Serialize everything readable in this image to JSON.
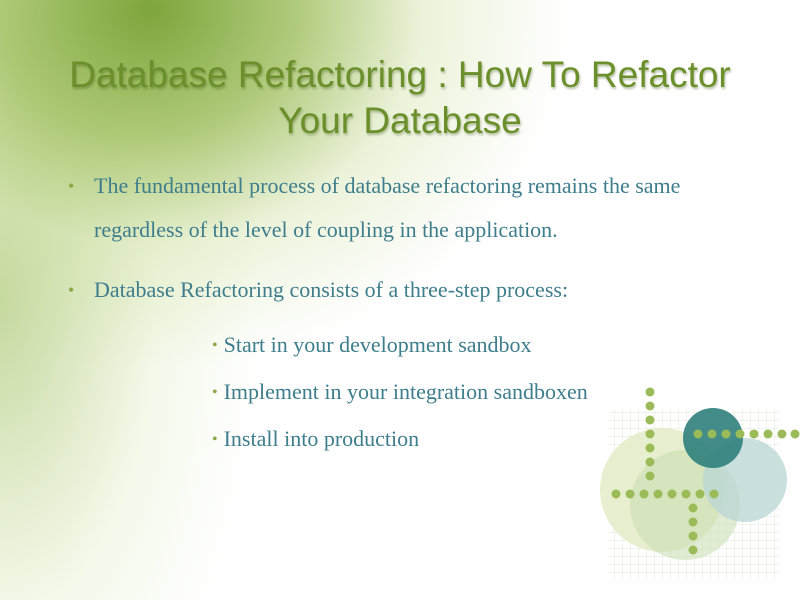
{
  "slide": {
    "title": "Database Refactoring : How To Refactor Your Database",
    "bullets": [
      "The fundamental process of database refactoring remains the same regardless of the level of coupling in the application.",
      "Database  Refactoring consists of a three-step process:"
    ],
    "sub_bullets": [
      "Start in your development sandbox",
      "Implement in your integration sandboxen",
      "Install into production"
    ],
    "bullet_glyph": "•",
    "colors": {
      "title": "#6b8f2a",
      "body_text": "#3e7d8c",
      "bullet": "#8aa845",
      "accent_teal": "#2f7f7c",
      "accent_green": "#9bbb59"
    }
  }
}
